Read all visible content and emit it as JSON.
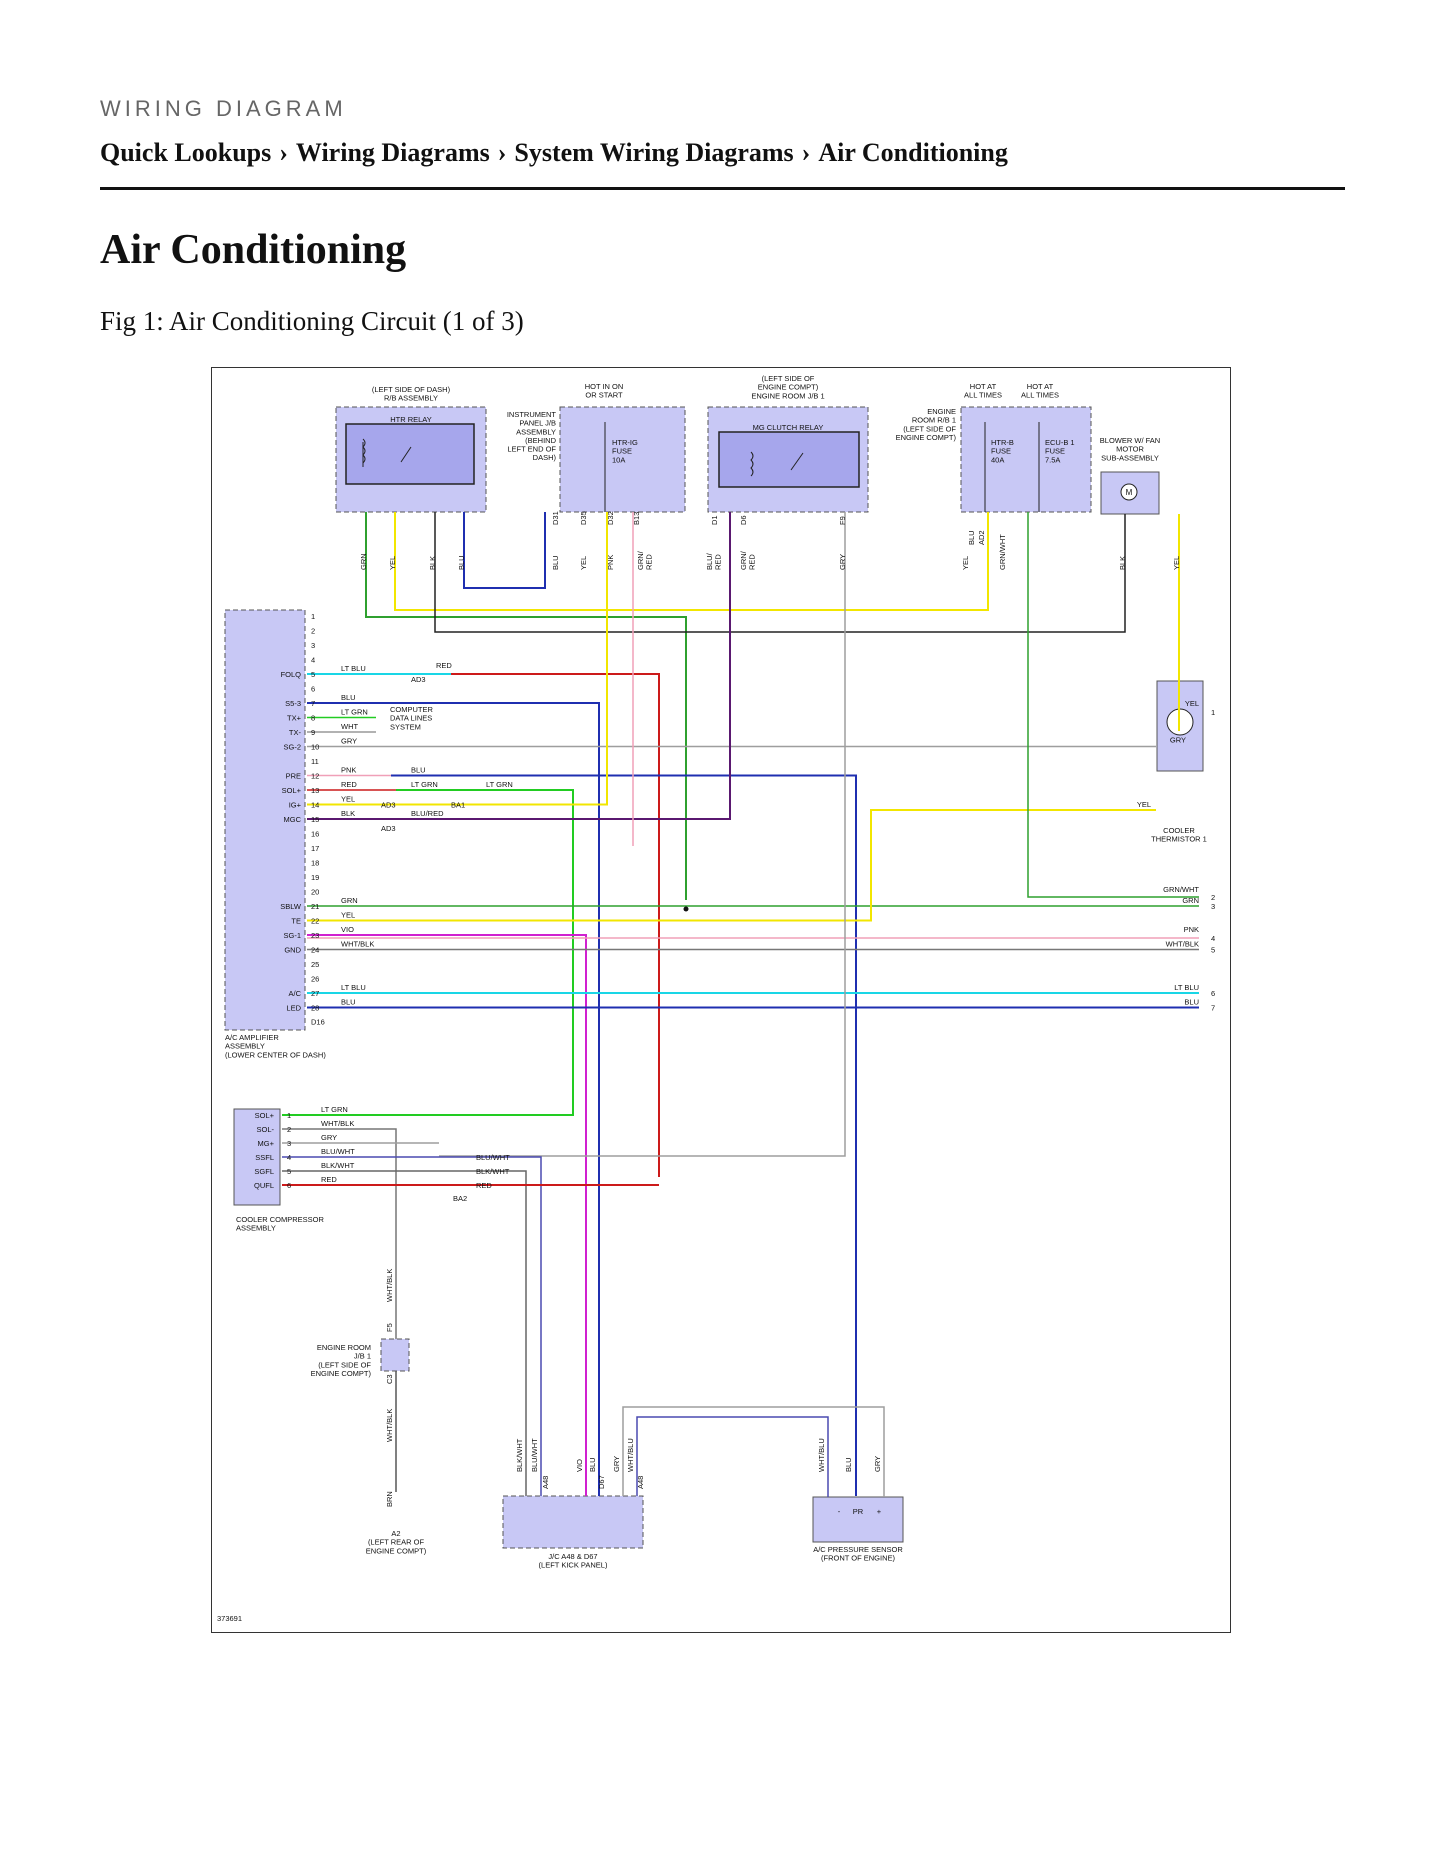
{
  "header": {
    "kicker": "WIRING DIAGRAM",
    "breadcrumb": [
      "Quick Lookups",
      "Wiring Diagrams",
      "System Wiring Diagrams",
      "Air Conditioning"
    ],
    "separator": "›"
  },
  "page_title": "Air Conditioning",
  "figure_caption": "Fig 1: Air Conditioning Circuit (1 of 3)",
  "diagram": {
    "figure_id": "373691",
    "components": {
      "rb_assembly": "(LEFT SIDE OF DASH)\nR/B ASSEMBLY",
      "htr_relay": "HTR RELAY",
      "hot_in_on": "HOT IN ON\nOR START",
      "instrument_panel_jb": "INSTRUMENT\nPANEL J/B\nASSEMBLY\n(BEHIND\nLEFT END OF\nDASH)",
      "htr_ig_fuse": "HTR-IG\nFUSE\n10A",
      "engine_room_jb1_top": "(LEFT SIDE OF\nENGINE COMPT)\nENGINE ROOM J/B 1",
      "mg_clutch_relay": "MG CLUTCH RELAY",
      "hot_at_all_times": "HOT AT\nALL TIMES",
      "engine_room_rb1": "ENGINE\nROOM R/B 1\n(LEFT SIDE OF\nENGINE COMPT)",
      "htr_b_fuse": "HTR-B\nFUSE\n40A",
      "ecu_b1_fuse": "ECU-B 1\nFUSE\n7.5A",
      "blower_motor": "BLOWER W/ FAN\nMOTOR\nSUB-ASSEMBLY",
      "motor_symbol": "M",
      "cooler_thermistor": "COOLER\nTHERMISTOR 1",
      "ac_amplifier": "A/C AMPLIFIER\nASSEMBLY\n(LOWER CENTER OF DASH)",
      "computer_data_lines": "COMPUTER\nDATA LINES\nSYSTEM",
      "cooler_compressor": "COOLER COMPRESSOR\nASSEMBLY",
      "engine_room_jb1_mid": "ENGINE ROOM\nJ/B 1\n(LEFT SIDE OF\nENGINE COMPT)",
      "ground_a2": "A2\n(LEFT REAR OF\nENGINE COMPT)",
      "jc_a48_d67": "J/C A48 & D67\n(LEFT KICK PANEL)",
      "pressure_sensor": "A/C PRESSURE SENSOR\n(FRONT OF ENGINE)",
      "pressure_pins": [
        "-",
        "PR",
        "+"
      ]
    },
    "connectors": {
      "ad3": "AD3",
      "ba1": "BA1",
      "ba2": "BA2",
      "d16": "D16",
      "ad2": "AD2",
      "a48": "A48",
      "d67": "D67",
      "f5": "F5",
      "c3": "C3",
      "d31": "D31",
      "d35": "D35",
      "d32": "D32",
      "b13": "B13",
      "d1": "D1",
      "d6": "D6",
      "f9": "F9"
    },
    "amplifier_pins": [
      {
        "num": "1",
        "label": ""
      },
      {
        "num": "2",
        "label": ""
      },
      {
        "num": "3",
        "label": ""
      },
      {
        "num": "4",
        "label": ""
      },
      {
        "num": "5",
        "label": "FOLQ"
      },
      {
        "num": "6",
        "label": ""
      },
      {
        "num": "7",
        "label": "S5-3"
      },
      {
        "num": "8",
        "label": "TX+"
      },
      {
        "num": "9",
        "label": "TX-"
      },
      {
        "num": "10",
        "label": "SG-2"
      },
      {
        "num": "11",
        "label": ""
      },
      {
        "num": "12",
        "label": "PRE"
      },
      {
        "num": "13",
        "label": "SOL+"
      },
      {
        "num": "14",
        "label": "IG+"
      },
      {
        "num": "15",
        "label": "MGC"
      },
      {
        "num": "16",
        "label": ""
      },
      {
        "num": "17",
        "label": ""
      },
      {
        "num": "18",
        "label": ""
      },
      {
        "num": "19",
        "label": ""
      },
      {
        "num": "20",
        "label": ""
      },
      {
        "num": "21",
        "label": "SBLW"
      },
      {
        "num": "22",
        "label": "TE"
      },
      {
        "num": "23",
        "label": "SG-1"
      },
      {
        "num": "24",
        "label": "GND"
      },
      {
        "num": "25",
        "label": ""
      },
      {
        "num": "26",
        "label": ""
      },
      {
        "num": "27",
        "label": "A/C"
      },
      {
        "num": "28",
        "label": "LED"
      }
    ],
    "compressor_pins": [
      {
        "num": "1",
        "label": "SOL+",
        "wire": "LT GRN"
      },
      {
        "num": "2",
        "label": "SOL-",
        "wire": "WHT/BLK"
      },
      {
        "num": "3",
        "label": "MG+",
        "wire": "GRY"
      },
      {
        "num": "4",
        "label": "SSFL",
        "wire": "BLU/WHT"
      },
      {
        "num": "5",
        "label": "SGFL",
        "wire": "BLK/WHT"
      },
      {
        "num": "6",
        "label": "QUFL",
        "wire": "RED"
      }
    ],
    "wire_labels": {
      "grn": "GRN",
      "yel": "YEL",
      "blk": "BLK",
      "blu": "BLU",
      "pnk": "PNK",
      "grn_red": "GRN/\nRED",
      "blu_red_v": "BLU/\nRED",
      "gry": "GRY",
      "grn_wht": "GRN/WHT",
      "lt_blu": "LT BLU",
      "red": "RED",
      "lt_grn": "LT GRN",
      "wht": "WHT",
      "blu_red": "BLU/RED",
      "vio": "VIO",
      "wht_blk": "WHT/BLK",
      "blu_wht": "BLU/WHT",
      "blk_wht": "BLK/WHT",
      "brn": "BRN",
      "wht_blu": "WHT/BLU"
    },
    "wire_colors": {
      "grn": "#2fa02f",
      "yel": "#f2e600",
      "blk": "#222222",
      "blu": "#1f2fb0",
      "ltblu": "#19d6e6",
      "red": "#cc1a1a",
      "ltgrn": "#22cc22",
      "gry": "#9e9e9e",
      "pnk": "#f0a0b8",
      "vio": "#d020d0",
      "brn": "#8a4a14",
      "purple": "#5a1870",
      "fill": "#c8c8f5",
      "fill_dark": "#a6a6ec"
    },
    "right_pins": [
      "1",
      "2",
      "3",
      "4",
      "5",
      "6",
      "7"
    ]
  }
}
